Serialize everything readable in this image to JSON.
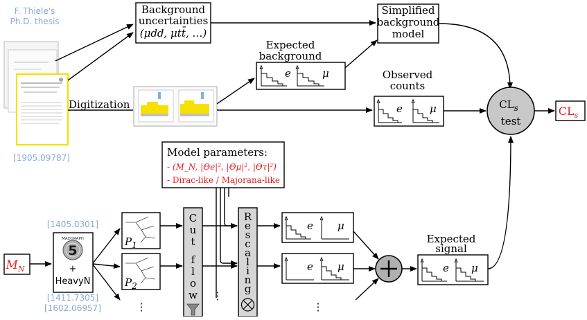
{
  "thesis": {
    "line1": "F. Thiele's",
    "line2": "Ph.D. thesis",
    "ref": "[1905.09787]"
  },
  "digitization": "Digitization",
  "background_uncertainties": {
    "line1": "Background",
    "line2": "uncertainties",
    "line3": "(μdd, μtt̄, …)"
  },
  "simplified_model": {
    "line1": "Simplified",
    "line2": "background",
    "line3": "model"
  },
  "expected_background": {
    "line1": "Expected",
    "line2": "background"
  },
  "observed_counts": {
    "line1": "Observed",
    "line2": "counts"
  },
  "hist_labels": {
    "e": "e",
    "mu": "μ"
  },
  "cls_test": {
    "line1": "CL",
    "sub": "s",
    "line2": "test"
  },
  "cls_output": {
    "text": "CL",
    "sub": "s"
  },
  "model_parameters": {
    "title": "Model parameters:",
    "line1": "- (M_N, |Θe|², |Θμ|², |Θτ|²)",
    "line2": "- Dirac-like / Majorana-like"
  },
  "mn_input": {
    "text": "M",
    "sub": "N"
  },
  "madgraph": {
    "refs_top": "[1405.0301]",
    "logo_text": "MADGRAPH",
    "logo_number": "5",
    "plus": "+",
    "plugin": "HeavyN",
    "ref1": "[1411.7305]",
    "ref2": "[1602.06957]"
  },
  "processes": [
    {
      "name": "P",
      "sub": "1"
    },
    {
      "name": "P",
      "sub": "2"
    }
  ],
  "cut_flow": [
    "C",
    "u",
    "t",
    "f",
    "l",
    "o",
    "w"
  ],
  "rescaling": [
    "R",
    "e",
    "s",
    "c",
    "a",
    "l",
    "i",
    "n",
    "g"
  ],
  "expected_signal": {
    "line1": "Expected",
    "line2": "signal"
  },
  "dots": "⋮",
  "colors": {
    "blue_ref": "#8aa8d8",
    "red": "#e02020",
    "node_gray": "#c8c8c8",
    "yellow": "#f6e000"
  }
}
